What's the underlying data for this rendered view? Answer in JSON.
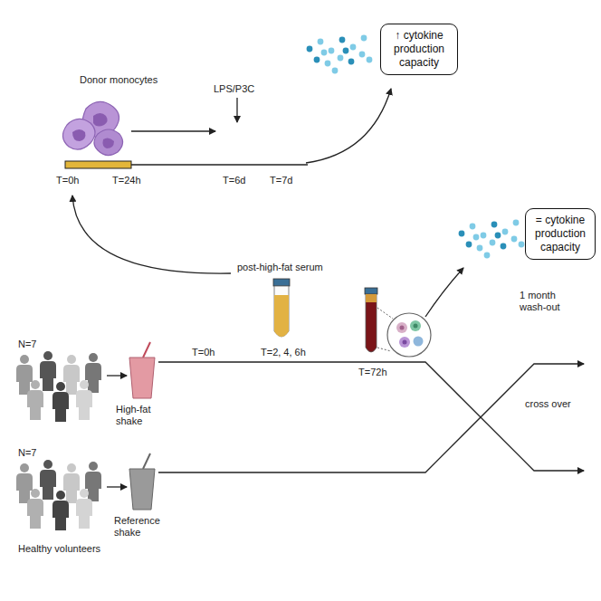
{
  "diagram": {
    "nodes": [
      {
        "text": [
          "↑ cytokine production capacity"
        ]
      },
      {
        "text": [
          "= cytokine production capacity"
        ]
      }
    ],
    "labels": [
      "Donor monocytes",
      "LPS/P3C",
      "T=0h",
      "T=24h",
      "T=6d",
      "T=7d",
      "post-high-fat serum",
      "T=0h",
      "T=2, 4, 6h",
      "T=72h",
      "1 month wash-out",
      "cross over",
      "N=7",
      "High-fat shake",
      "N=7",
      "Reference shake",
      "Healthy volunteers"
    ]
  }
}
